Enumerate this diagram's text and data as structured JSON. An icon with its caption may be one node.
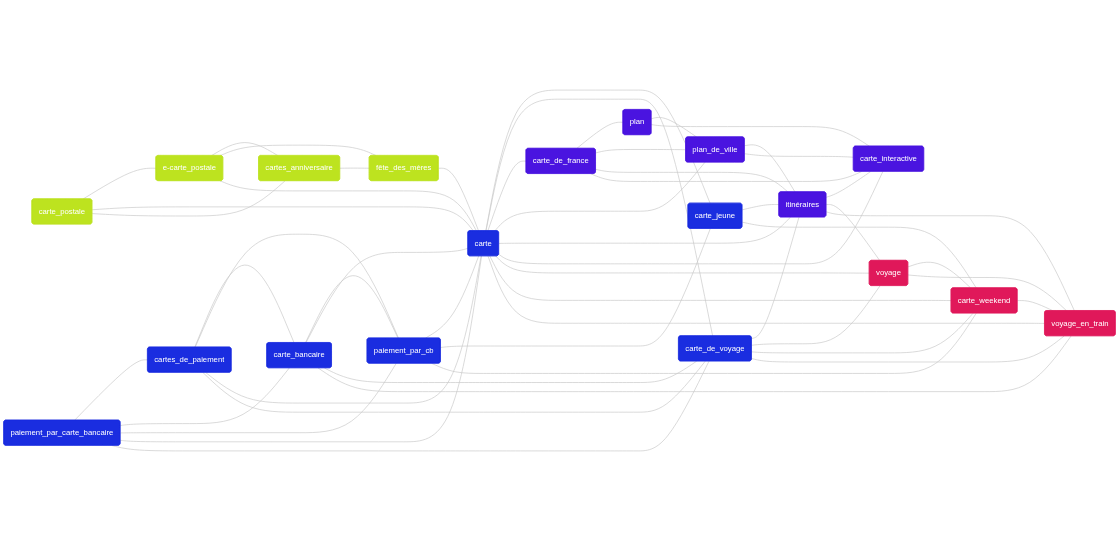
{
  "diagram": {
    "nodes": [
      {
        "text": [
          "carte_postale"
        ]
      },
      {
        "text": [
          "e-carte_postale"
        ]
      },
      {
        "text": [
          "cartes_anniversaire"
        ]
      },
      {
        "text": [
          "fête_des_mères"
        ]
      },
      {
        "text": [
          "paiement_par_carte_bancaire"
        ]
      },
      {
        "text": [
          "cartes_de_paiement"
        ]
      },
      {
        "text": [
          "carte_bancaire"
        ]
      },
      {
        "text": [
          "paiement_par_cb"
        ]
      },
      {
        "text": [
          "carte"
        ]
      },
      {
        "text": [
          "carte_jeune"
        ]
      },
      {
        "text": [
          "carte_de_voyage"
        ]
      },
      {
        "text": [
          "carte_de_france"
        ]
      },
      {
        "text": [
          "plan"
        ]
      },
      {
        "text": [
          "plan_de_ville"
        ]
      },
      {
        "text": [
          "itinéraires"
        ]
      },
      {
        "text": [
          "carte_interactive"
        ]
      },
      {
        "text": [
          "voyage"
        ]
      },
      {
        "text": [
          "carte_weekend"
        ]
      },
      {
        "text": [
          "voyage_en_train"
        ]
      }
    ],
    "edges": [
      {
        "from": 0,
        "to": 1,
        "arrow": "none"
      },
      {
        "from": 0,
        "to": 8,
        "arrow": "none"
      },
      {
        "from": 0,
        "to": 2,
        "arrow": "none"
      },
      {
        "from": 1,
        "to": 2,
        "arrow": "none"
      },
      {
        "from": 1,
        "to": 3,
        "arrow": "none"
      },
      {
        "from": 1,
        "to": 8,
        "arrow": "none"
      },
      {
        "from": 2,
        "to": 3,
        "arrow": "none"
      },
      {
        "from": 3,
        "to": 8,
        "arrow": "none"
      },
      {
        "from": 4,
        "to": 5,
        "arrow": "none"
      },
      {
        "from": 4,
        "to": 6,
        "arrow": "none"
      },
      {
        "from": 4,
        "to": 7,
        "arrow": "none"
      },
      {
        "from": 4,
        "to": 8,
        "arrow": "none"
      },
      {
        "from": 4,
        "to": 10,
        "arrow": "none"
      },
      {
        "from": 5,
        "to": 6,
        "arrow": "none"
      },
      {
        "from": 5,
        "to": 7,
        "arrow": "none"
      },
      {
        "from": 5,
        "to": 8,
        "arrow": "none"
      },
      {
        "from": 5,
        "to": 10,
        "arrow": "none"
      },
      {
        "from": 6,
        "to": 7,
        "arrow": "none"
      },
      {
        "from": 6,
        "to": 8,
        "arrow": "none"
      },
      {
        "from": 6,
        "to": 10,
        "arrow": "none"
      },
      {
        "from": 6,
        "to": 18,
        "arrow": "none"
      },
      {
        "from": 7,
        "to": 8,
        "arrow": "none"
      },
      {
        "from": 7,
        "to": 9,
        "arrow": "none"
      },
      {
        "from": 7,
        "to": 17,
        "arrow": "none"
      },
      {
        "from": 8,
        "to": 9,
        "arrow": "none"
      },
      {
        "from": 8,
        "to": 10,
        "arrow": "none"
      },
      {
        "from": 8,
        "to": 11,
        "arrow": "none"
      },
      {
        "from": 8,
        "to": 13,
        "arrow": "none"
      },
      {
        "from": 8,
        "to": 14,
        "arrow": "none"
      },
      {
        "from": 8,
        "to": 15,
        "arrow": "none"
      },
      {
        "from": 8,
        "to": 16,
        "arrow": "none"
      },
      {
        "from": 8,
        "to": 17,
        "arrow": "none"
      },
      {
        "from": 8,
        "to": 18,
        "arrow": "none"
      },
      {
        "from": 9,
        "to": 14,
        "arrow": "none"
      },
      {
        "from": 9,
        "to": 17,
        "arrow": "none"
      },
      {
        "from": 10,
        "to": 14,
        "arrow": "none"
      },
      {
        "from": 10,
        "to": 16,
        "arrow": "none"
      },
      {
        "from": 10,
        "to": 17,
        "arrow": "none"
      },
      {
        "from": 10,
        "to": 18,
        "arrow": "none"
      },
      {
        "from": 11,
        "to": 12,
        "arrow": "none"
      },
      {
        "from": 11,
        "to": 13,
        "arrow": "none"
      },
      {
        "from": 11,
        "to": 14,
        "arrow": "none"
      },
      {
        "from": 11,
        "to": 15,
        "arrow": "none"
      },
      {
        "from": 12,
        "to": 13,
        "arrow": "none"
      },
      {
        "from": 12,
        "to": 15,
        "arrow": "none"
      },
      {
        "from": 13,
        "to": 14,
        "arrow": "none"
      },
      {
        "from": 13,
        "to": 15,
        "arrow": "none"
      },
      {
        "from": 14,
        "to": 15,
        "arrow": "none"
      },
      {
        "from": 14,
        "to": 16,
        "arrow": "none"
      },
      {
        "from": 14,
        "to": 18,
        "arrow": "none"
      },
      {
        "from": 16,
        "to": 17,
        "arrow": "none"
      },
      {
        "from": 16,
        "to": 18,
        "arrow": "none"
      },
      {
        "from": 17,
        "to": 18,
        "arrow": "none"
      }
    ]
  }
}
